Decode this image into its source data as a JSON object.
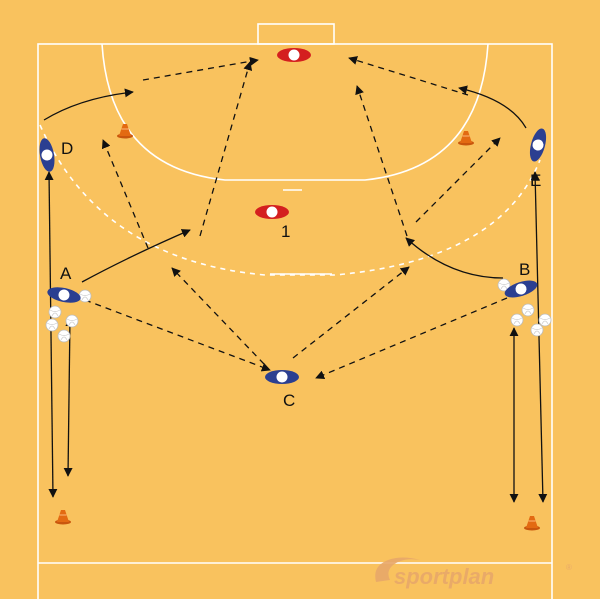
{
  "players": {
    "A": {
      "label": "A",
      "team": "attack"
    },
    "B": {
      "label": "B",
      "team": "attack"
    },
    "C": {
      "label": "C",
      "team": "attack"
    },
    "D": {
      "label": "D",
      "team": "attack"
    },
    "E": {
      "label": "E",
      "team": "attack"
    },
    "goalkeeper": {
      "label": "",
      "team": "defence"
    },
    "defender_1": {
      "label": "1",
      "team": "defence"
    }
  },
  "colors": {
    "court": "#F9C25E",
    "lines": "#FFFFFF",
    "attack": "#2B3F91",
    "defence": "#D41F1F",
    "cone": "#E36A12",
    "ball": "#FFFFFF",
    "brand": "#E8A86A"
  },
  "watermark": {
    "brand": "sportplan",
    "mark": "®"
  }
}
